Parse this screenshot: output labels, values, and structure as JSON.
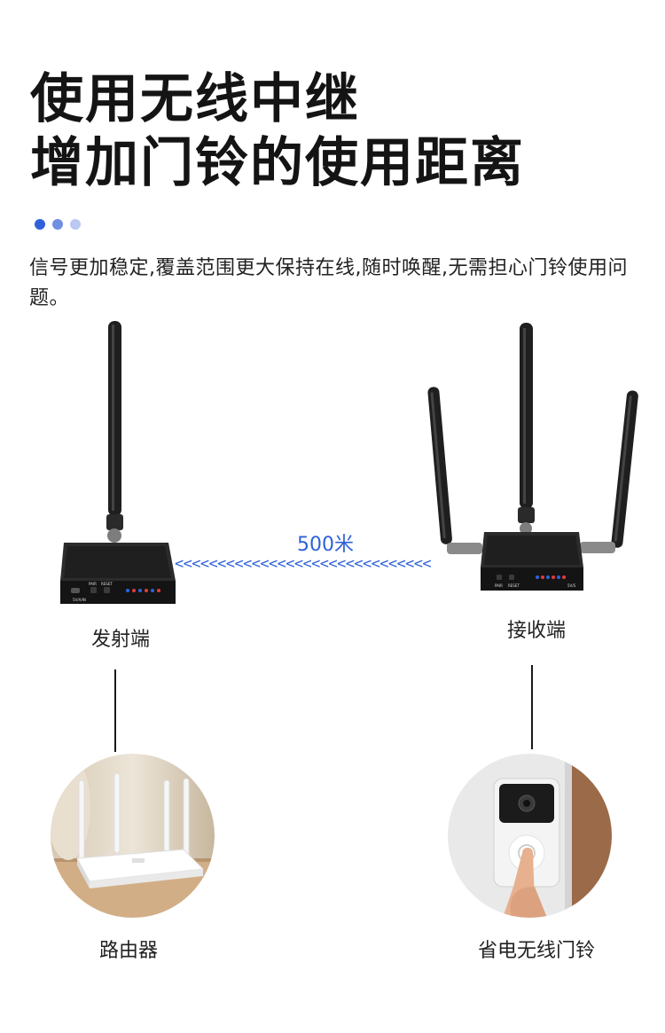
{
  "headline": {
    "line1": "使用无线中继",
    "line2": "增加门铃的使用距离"
  },
  "indicator_dots": [
    "#2f62d8",
    "#6f8fe3",
    "#b9c9f1"
  ],
  "description": "信号更加稳定,覆盖范围更大保持在线,随时唤醒,无需担心门铃使用问题。",
  "distance": {
    "label": "500米",
    "arrows": "<<<<<<<<<<<<<<<<<<<<<<<<<<<<<<",
    "color": "#2f62d8"
  },
  "transmitter": {
    "caption": "发射端",
    "port_labels": [
      "5V/A/IN",
      "PAIR",
      "RESET"
    ]
  },
  "receiver": {
    "caption": "接收端",
    "port_labels": [
      "PAIR",
      "RESET",
      "5V/S"
    ]
  },
  "router": {
    "caption": "路由器"
  },
  "doorbell": {
    "caption": "省电无线门铃"
  }
}
